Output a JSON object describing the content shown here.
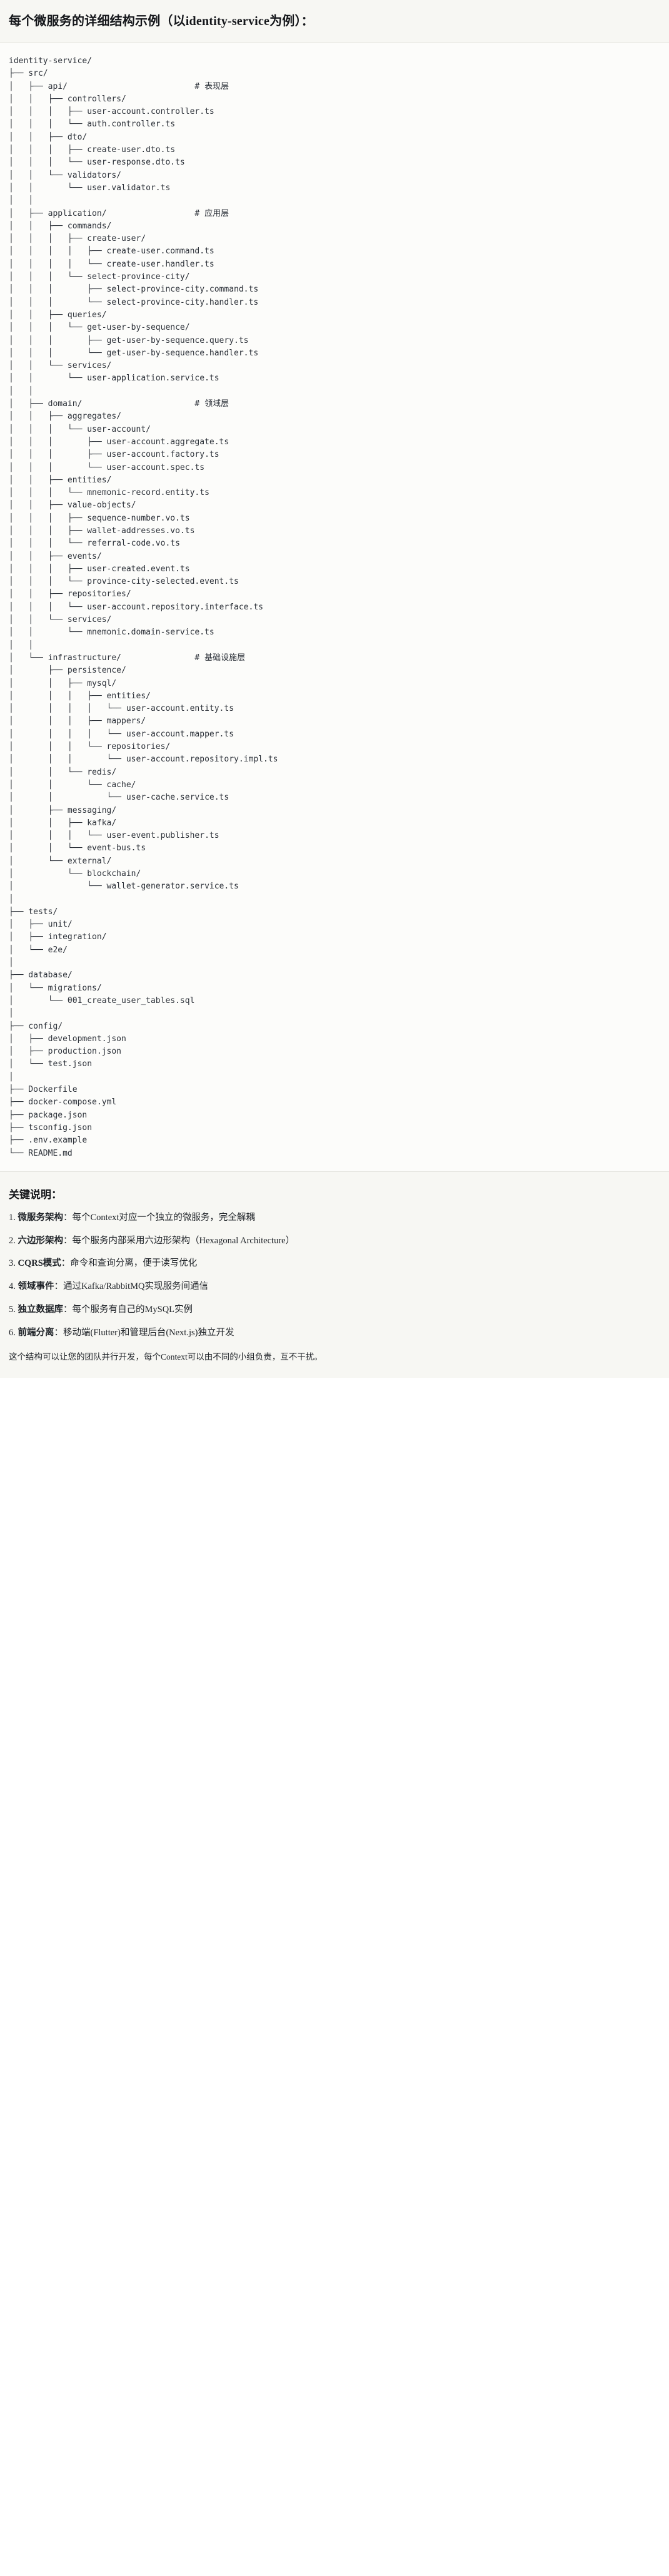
{
  "header": {
    "title": "每个微服务的详细结构示例（以identity-service为例）："
  },
  "tree": {
    "root": "identity-service/",
    "comment_column": 46,
    "lines": [
      "identity-service/",
      "├── src/",
      "│   ├── api/                          # 表现层",
      "│   │   ├── controllers/",
      "│   │   │   ├── user-account.controller.ts",
      "│   │   │   └── auth.controller.ts",
      "│   │   ├── dto/",
      "│   │   │   ├── create-user.dto.ts",
      "│   │   │   └── user-response.dto.ts",
      "│   │   └── validators/",
      "│   │       └── user.validator.ts",
      "│   │",
      "│   ├── application/                  # 应用层",
      "│   │   ├── commands/",
      "│   │   │   ├── create-user/",
      "│   │   │   │   ├── create-user.command.ts",
      "│   │   │   │   └── create-user.handler.ts",
      "│   │   │   └── select-province-city/",
      "│   │   │       ├── select-province-city.command.ts",
      "│   │   │       └── select-province-city.handler.ts",
      "│   │   ├── queries/",
      "│   │   │   └── get-user-by-sequence/",
      "│   │   │       ├── get-user-by-sequence.query.ts",
      "│   │   │       └── get-user-by-sequence.handler.ts",
      "│   │   └── services/",
      "│   │       └── user-application.service.ts",
      "│   │",
      "│   ├── domain/                       # 领域层",
      "│   │   ├── aggregates/",
      "│   │   │   └── user-account/",
      "│   │   │       ├── user-account.aggregate.ts",
      "│   │   │       ├── user-account.factory.ts",
      "│   │   │       └── user-account.spec.ts",
      "│   │   ├── entities/",
      "│   │   │   └── mnemonic-record.entity.ts",
      "│   │   ├── value-objects/",
      "│   │   │   ├── sequence-number.vo.ts",
      "│   │   │   ├── wallet-addresses.vo.ts",
      "│   │   │   └── referral-code.vo.ts",
      "│   │   ├── events/",
      "│   │   │   ├── user-created.event.ts",
      "│   │   │   └── province-city-selected.event.ts",
      "│   │   ├── repositories/",
      "│   │   │   └── user-account.repository.interface.ts",
      "│   │   └── services/",
      "│   │       └── mnemonic.domain-service.ts",
      "│   │",
      "│   └── infrastructure/               # 基础设施层",
      "│       ├── persistence/",
      "│       │   ├── mysql/",
      "│       │   │   ├── entities/",
      "│       │   │   │   └── user-account.entity.ts",
      "│       │   │   ├── mappers/",
      "│       │   │   │   └── user-account.mapper.ts",
      "│       │   │   └── repositories/",
      "│       │   │       └── user-account.repository.impl.ts",
      "│       │   └── redis/",
      "│       │       └── cache/",
      "│       │           └── user-cache.service.ts",
      "│       ├── messaging/",
      "│       │   ├── kafka/",
      "│       │   │   └── user-event.publisher.ts",
      "│       │   └── event-bus.ts",
      "│       └── external/",
      "│           └── blockchain/",
      "│               └── wallet-generator.service.ts",
      "│",
      "├── tests/",
      "│   ├── unit/",
      "│   ├── integration/",
      "│   └── e2e/",
      "│",
      "├── database/",
      "│   └── migrations/",
      "│       └── 001_create_user_tables.sql",
      "│",
      "├── config/",
      "│   ├── development.json",
      "│   ├── production.json",
      "│   └── test.json",
      "│",
      "├── Dockerfile",
      "├── docker-compose.yml",
      "├── package.json",
      "├── tsconfig.json",
      "├── .env.example",
      "└── README.md"
    ],
    "layer_comments": [
      {
        "path": "src/api/",
        "comment": "# 表现层"
      },
      {
        "path": "src/application/",
        "comment": "# 应用层"
      },
      {
        "path": "src/domain/",
        "comment": "# 领域层"
      },
      {
        "path": "src/infrastructure/",
        "comment": "# 基础设施层"
      }
    ]
  },
  "notes": {
    "title": "关键说明：",
    "items": [
      {
        "num": "1.",
        "label": "微服务架构",
        "sep": "：",
        "text": "每个Context对应一个独立的微服务，完全解耦"
      },
      {
        "num": "2.",
        "label": "六边形架构",
        "sep": "：",
        "text": "每个服务内部采用六边形架构（Hexagonal Architecture）"
      },
      {
        "num": "3.",
        "label": "CQRS模式",
        "sep": "：",
        "text": "命令和查询分离，便于读写优化"
      },
      {
        "num": "4.",
        "label": "领域事件",
        "sep": "：",
        "text": "通过Kafka/RabbitMQ实现服务间通信"
      },
      {
        "num": "5.",
        "label": "独立数据库",
        "sep": "：",
        "text": "每个服务有自己的MySQL实例"
      },
      {
        "num": "6.",
        "label": "前端分离",
        "sep": "：",
        "text": "移动端(Flutter)和管理后台(Next.js)独立开发"
      }
    ],
    "closing": "这个结构可以让您的团队并行开发，每个Context可以由不同的小组负责，互不干扰。"
  }
}
